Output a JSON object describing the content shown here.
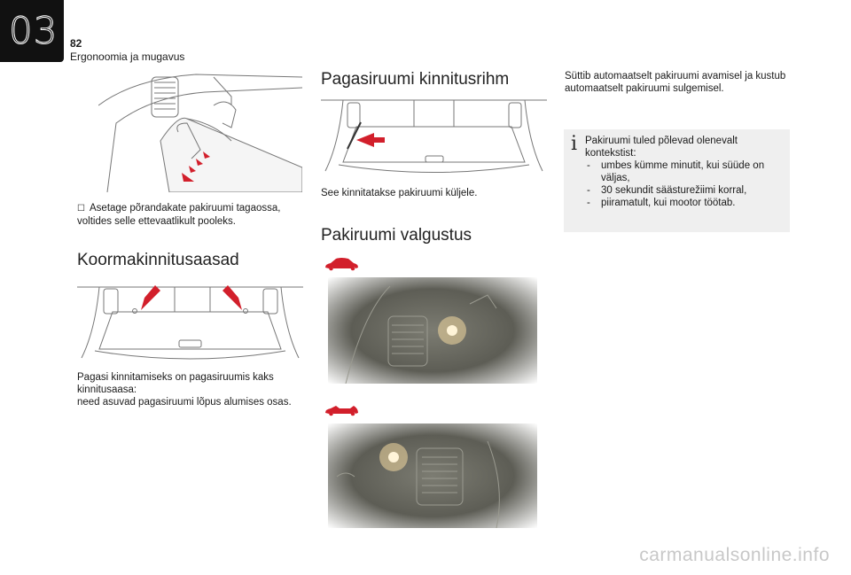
{
  "header": {
    "chapter_number": "03",
    "page_number": "82",
    "section_title": "Ergonoomia ja mugavus"
  },
  "left_column": {
    "step_text": "Asetage põrandakate pakiruumi tagaossa, voltides selle ettevaatlikult pooleks.",
    "heading_anchor": "Koormakinnitusaasad",
    "anchor_text_1": "Pagasi kinnitamiseks on pagasiruumis kaks kinnitusaasa:",
    "anchor_text_2": "need asuvad pagasiruumi lõpus alumises osas."
  },
  "middle_column": {
    "heading_strap": "Pagasiruumi kinnitusrihm",
    "strap_text": "See kinnitatakse pakiruumi küljele.",
    "heading_light": "Pakiruumi valgustus"
  },
  "right_column": {
    "light_text": "Süttib automaatselt pakiruumi avamisel ja kustub automaatselt pakiruumi sulgemisel.",
    "info": {
      "intro": "Pakiruumi tuled põlevad olenevalt kontekstist:",
      "items": [
        "umbes kümme minutit, kui süüde on väljas,",
        "30 sekundit säästurežiimi korral,",
        "piiramatult, kui mootor töötab."
      ]
    }
  },
  "colors": {
    "arrow_red": "#d21f2b",
    "chapter_tab": "#111111",
    "info_bg": "#efefef"
  },
  "icons": {
    "step_bullet": "check-bullet-icon",
    "info_marker": "info-icon",
    "car_sedan": "car-sedan-icon",
    "car_cabrio": "car-cabrio-icon"
  },
  "footer": {
    "watermark": "carmanualsonline.info"
  }
}
